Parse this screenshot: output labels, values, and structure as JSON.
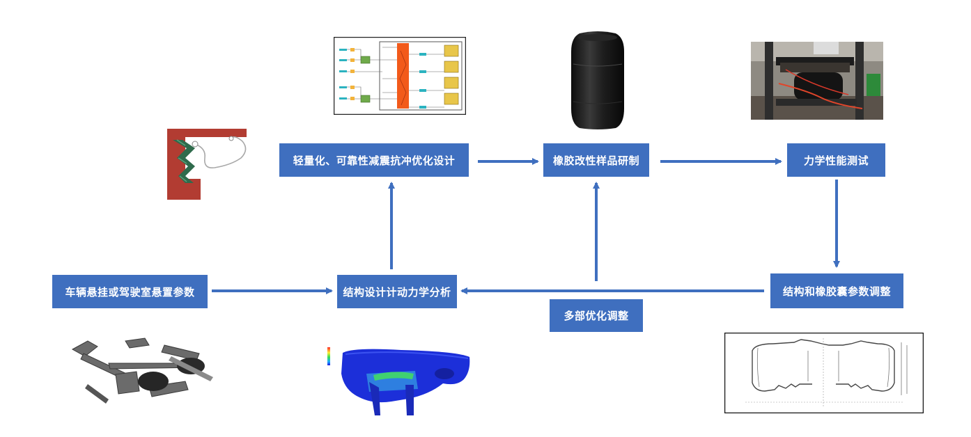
{
  "nodes": {
    "lightweight_design": "轻量化、可靠性减震抗冲优化设计",
    "rubber_sample": "橡胶改性样品研制",
    "mechanical_test": "力学性能测试",
    "vehicle_params": "车辆悬挂或驾驶室悬置参数",
    "dynamics_analysis": "结构设计计动力学分析",
    "structure_adjust": "结构和橡胶囊参数调整",
    "multi_opt": "多部优化调整"
  },
  "colors": {
    "box_fill": "#3f6fbf",
    "arrow": "#3f6fbf",
    "box_text": "#ffffff"
  },
  "images": [
    "control-diagram-image",
    "air-spring-photo",
    "test-rig-photo",
    "bellows-section-image",
    "suspension-model-image",
    "fea-contour-image",
    "cross-section-drawing-image"
  ]
}
